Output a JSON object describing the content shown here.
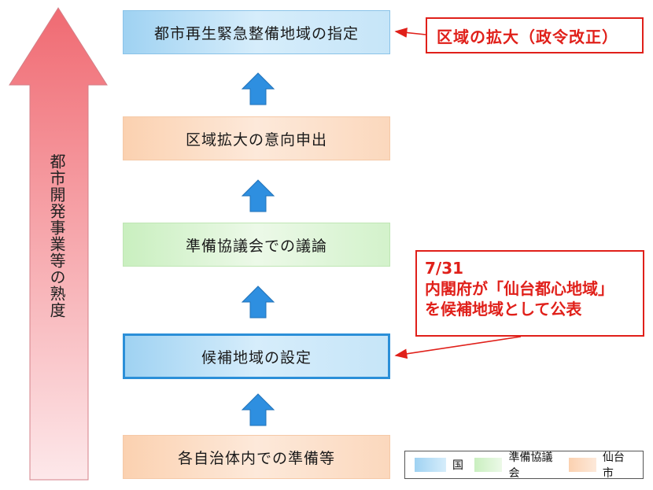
{
  "maturity_axis": {
    "label": "都市開発事業等の熟度"
  },
  "stages": [
    {
      "label": "都市再生緊急整備地域の指定",
      "category": "国"
    },
    {
      "label": "区域拡大の意向申出",
      "category": "仙台市"
    },
    {
      "label": "準備協議会での議論",
      "category": "準備協議会"
    },
    {
      "label": "候補地域の設定",
      "category": "国",
      "highlighted": true
    },
    {
      "label": "各自治体内での準備等",
      "category": "仙台市"
    }
  ],
  "callouts": {
    "expansion": "区域の拡大（政令改正）",
    "announcement": {
      "date": "7/31",
      "line1": "内閣府が「仙台都心地域」",
      "line2": "を候補地域として公表"
    }
  },
  "legend": [
    {
      "label": "国",
      "color": "#9fd2f2"
    },
    {
      "label": "準備協議会",
      "color": "#c9efbf"
    },
    {
      "label": "仙台市",
      "color": "#fbd1b0"
    }
  ],
  "colors": {
    "callout_red": "#e0201a",
    "flow_arrow_blue": "#2e8fe0",
    "maturity_arrow_top": "#f06a72",
    "maturity_arrow_bottom": "#fde8ea"
  }
}
